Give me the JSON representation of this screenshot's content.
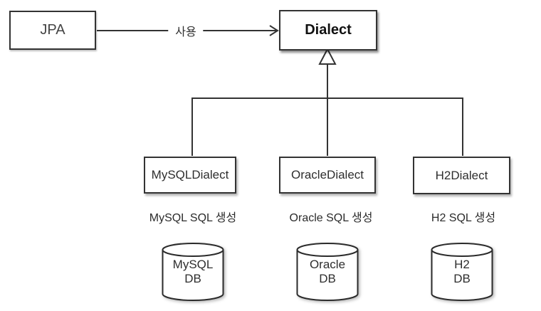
{
  "diagram": {
    "nodes": {
      "jpa": {
        "label": "JPA"
      },
      "dialect": {
        "label": "Dialect"
      },
      "mysql_dialect": {
        "label": "MySQLDialect",
        "caption": "MySQL SQL 생성",
        "db": {
          "line1": "MySQL",
          "line2": "DB"
        }
      },
      "oracle_dialect": {
        "label": "OracleDialect",
        "caption": "Oracle SQL 생성",
        "db": {
          "line1": "Oracle",
          "line2": "DB"
        }
      },
      "h2_dialect": {
        "label": "H2Dialect",
        "caption": "H2 SQL 생성",
        "db": {
          "line1": "H2",
          "line2": "DB"
        }
      }
    },
    "edges": {
      "jpa_to_dialect": {
        "label": "사용"
      }
    },
    "colors": {
      "stroke": "#333333",
      "text": "#2e2e2e",
      "background": "#ffffff"
    }
  }
}
